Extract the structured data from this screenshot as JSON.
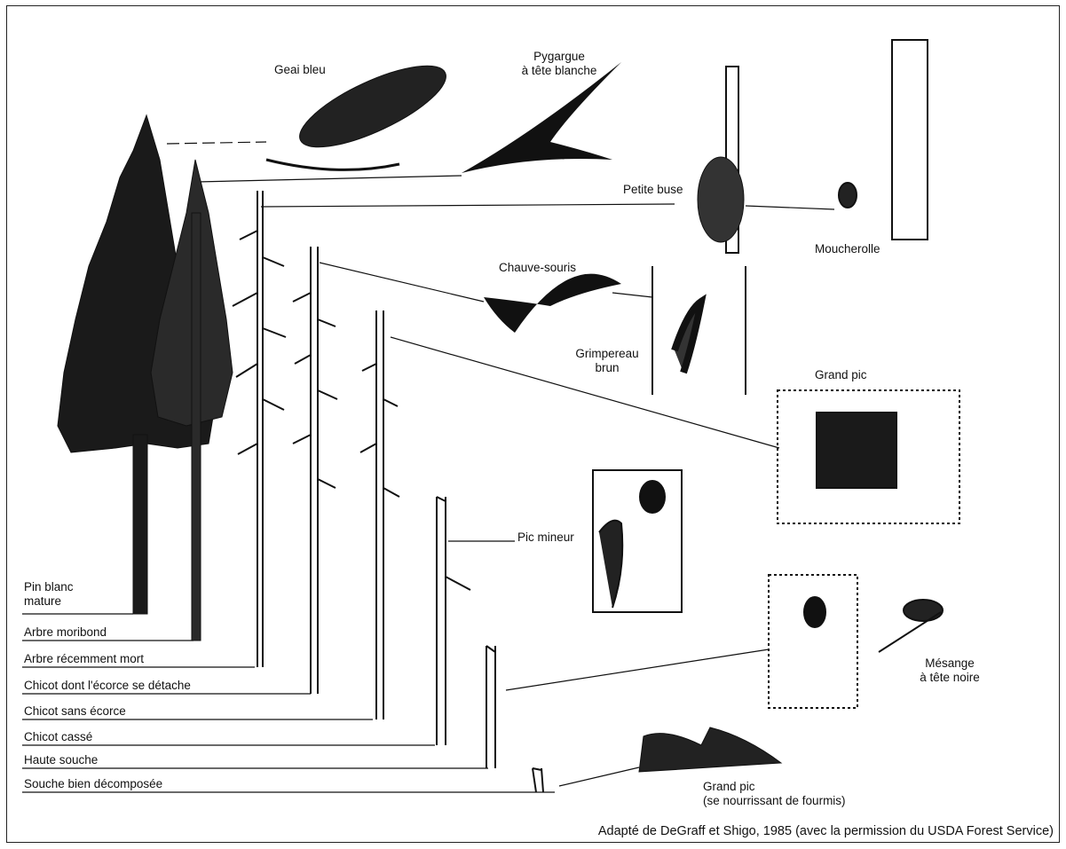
{
  "tree_stages": [
    {
      "key": "pin_blanc",
      "label": "Pin blanc mature"
    },
    {
      "key": "moribond",
      "label": "Arbre moribond"
    },
    {
      "key": "mort",
      "label": "Arbre récemment mort"
    },
    {
      "key": "ecorce_detache",
      "label": "Chicot dont l'écorce se détache"
    },
    {
      "key": "sans_ecorce",
      "label": "Chicot sans écorce"
    },
    {
      "key": "casse",
      "label": "Chicot cassé"
    },
    {
      "key": "haute_souche",
      "label": "Haute souche"
    },
    {
      "key": "souche",
      "label": "Souche bien décomposée"
    }
  ],
  "labels": {
    "pin_blanc_line1": "Pin blanc",
    "pin_blanc_line2": "mature"
  },
  "animals": {
    "geai_bleu": "Geai bleu",
    "pygargue_1": "Pygargue",
    "pygargue_2": "à tête blanche",
    "petite_buse": "Petite buse",
    "moucherolle": "Moucherolle",
    "chauve_souris": "Chauve-souris",
    "grimpereau_1": "Grimpereau",
    "grimpereau_2": "brun",
    "grand_pic": "Grand pic",
    "pic_mineur": "Pic mineur",
    "mesange_1": "Mésange",
    "mesange_2": "à tête noire",
    "grand_pic_fourmis_1": "Grand pic",
    "grand_pic_fourmis_2": "(se nourrissant de fourmis)"
  },
  "credit": "Adapté de DeGraff et Shigo, 1985 (avec la permission du USDA Forest Service)"
}
